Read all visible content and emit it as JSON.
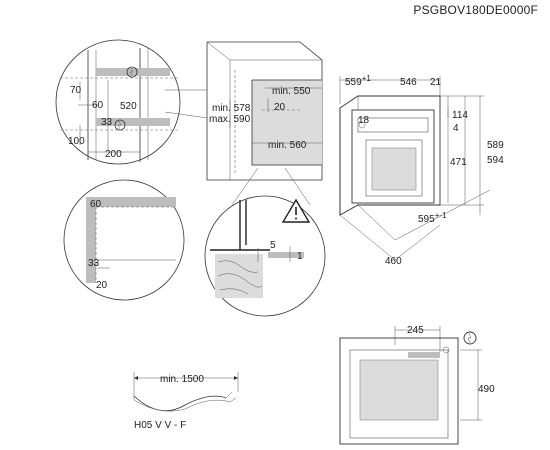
{
  "document": {
    "code": "PSGBOV180DE0000F"
  },
  "cabinet_detail": {
    "dim_70": "70",
    "dim_60": "60",
    "dim_520": "520",
    "dim_33": "33",
    "dim_100": "100",
    "dim_200": "200",
    "icon": "power-plug-icon"
  },
  "niche": {
    "min_578": "min. 578",
    "max_590": "max. 590",
    "min_550": "min. 550",
    "dim_20": "20",
    "min_560": "min. 560"
  },
  "zoom_detail": {
    "dim_60": "60",
    "dim_33": "33",
    "dim_20": "20"
  },
  "warning_detail": {
    "dim_5": "5",
    "dim_1": "1",
    "icon": "warning-triangle-icon"
  },
  "oven": {
    "dim_559": "559",
    "dim_559_sup": "+1",
    "dim_546": "546",
    "dim_21": "21",
    "dim_114": "114",
    "dim_18": "18",
    "dim_4": "4",
    "dim_589": "589",
    "dim_471": "471",
    "dim_594": "594",
    "dim_595": "595",
    "dim_595_sup": "+-1",
    "dim_460": "460"
  },
  "cable": {
    "min_length": "min. 1500",
    "type": "H05 V V - F"
  },
  "back_view": {
    "dim_245": "245",
    "dim_490": "490",
    "icon": "power-plug-icon"
  }
}
